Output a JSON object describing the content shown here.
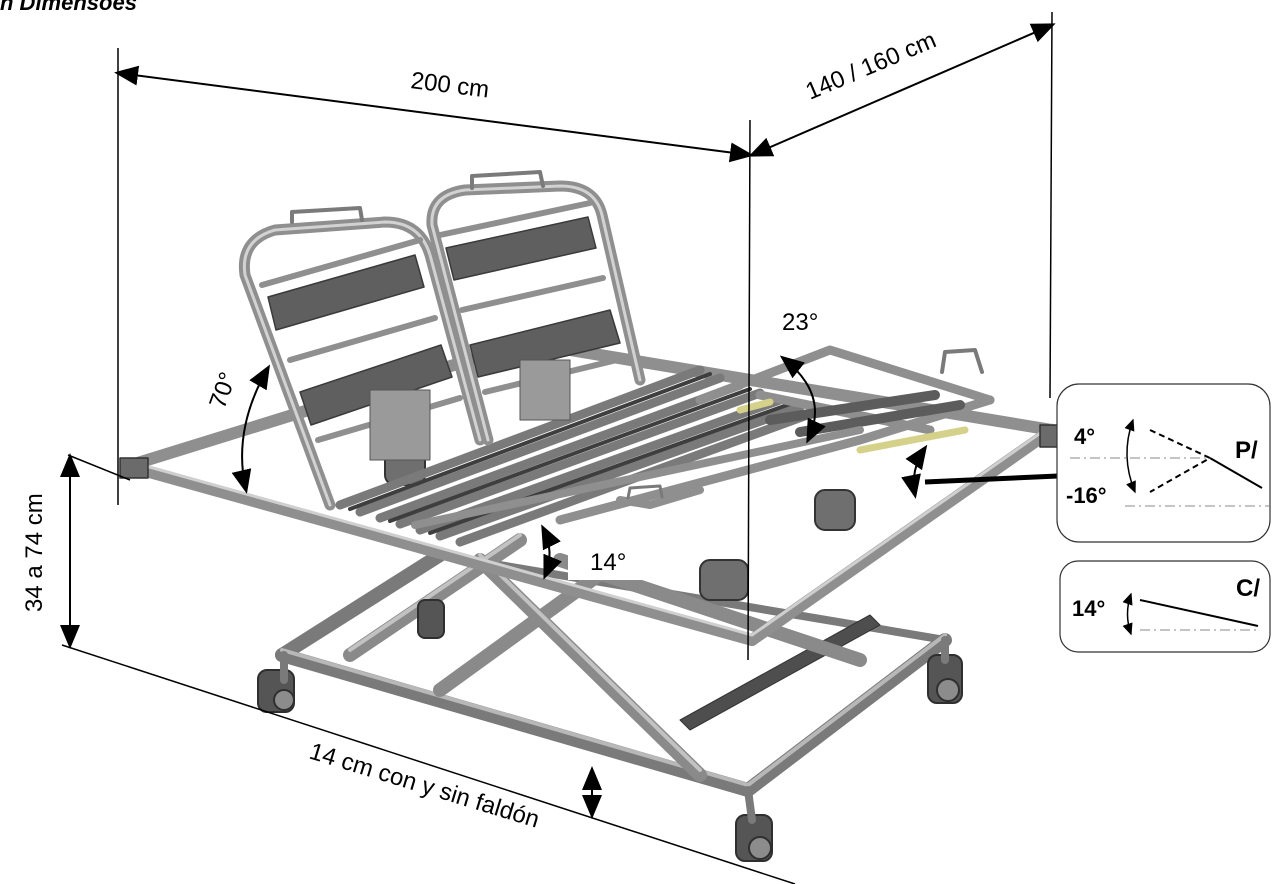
{
  "heading": "n Dimensões",
  "dimensions": {
    "length": "200 cm",
    "width": "140 / 160 cm",
    "height": "34 a 74 cm",
    "clearance": "14 cm con y sin faldón"
  },
  "angles": {
    "backrest": "70°",
    "leg_upper": "23°",
    "leg_lower": "14°"
  },
  "detail_p": {
    "code": "P/",
    "up": "4°",
    "down": "-16°"
  },
  "detail_c": {
    "code": "C/",
    "angle": "14°"
  },
  "colors": {
    "frame": "#8c8c8c",
    "frame_dark": "#5a5a5a",
    "slat": "#6e6e6e",
    "actuator_accent": "#d6d18a"
  }
}
